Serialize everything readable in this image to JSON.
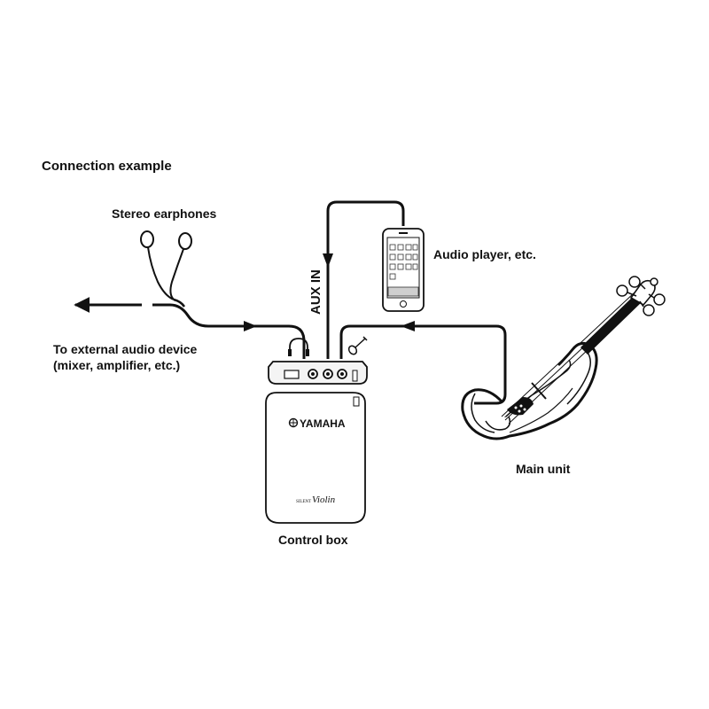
{
  "title": "Connection example",
  "labels": {
    "stereo_earphones": "Stereo earphones",
    "external_line1": "To external audio device",
    "external_line2": "(mixer, amplifier, etc.)",
    "audio_player": "Audio player, etc.",
    "main_unit": "Main unit",
    "control_box": "Control box",
    "aux_in": "AUX IN"
  },
  "device": {
    "brand": "YAMAHA",
    "logo_prefix": "SILENT",
    "logo_word": "Violin"
  },
  "colors": {
    "line": "#111111",
    "outline": "#222222",
    "panel": "#f4f4f4",
    "screen": "#cfcfcf"
  }
}
